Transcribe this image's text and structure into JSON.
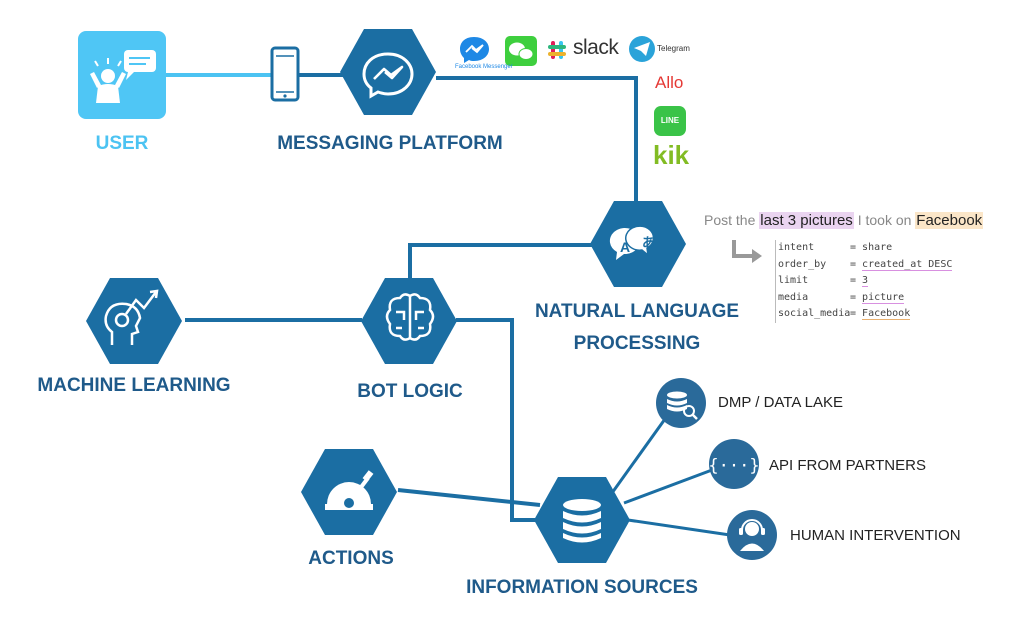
{
  "nodes": {
    "user": "USER",
    "messaging_platform": "MESSAGING PLATFORM",
    "nlp_line1": "NATURAL LANGUAGE",
    "nlp_line2": "PROCESSING",
    "machine_learning": "MACHINE LEARNING",
    "bot_logic": "BOT LOGIC",
    "actions": "ACTIONS",
    "information_sources": "INFORMATION SOURCES"
  },
  "sources": [
    "DMP / DATA LAKE",
    "API FROM PARTNERS",
    "HUMAN INTERVENTION"
  ],
  "platforms": {
    "messenger_caption": "Facebook Messenger",
    "slack": "slack",
    "telegram": "Telegram",
    "allo": "Allo",
    "line": "LINE",
    "kik": "kik"
  },
  "nlp_example": {
    "sentence_prefix": "Post the",
    "sentence_h1": "last 3 pictures",
    "sentence_mid": "I took on",
    "sentence_h2": "Facebook",
    "params": [
      {
        "key": "intent",
        "value": "share"
      },
      {
        "key": "order_by",
        "value": "created_at DESC"
      },
      {
        "key": "limit",
        "value": "3"
      },
      {
        "key": "media",
        "value": "picture"
      },
      {
        "key": "social_media",
        "value": "Facebook"
      }
    ]
  },
  "colors": {
    "hex_fill": "#1b6ea3",
    "line": "#1b6ea3",
    "label": "#1f5a8a",
    "user": "#4cc3f2",
    "circle": "#2a6a9a"
  },
  "icons": {
    "user": "user-speech-icon",
    "phone": "smartphone-icon",
    "messaging": "messenger-icon",
    "nlp": "translate-bubbles-icon",
    "ml": "brain-growth-icon",
    "bot": "circuit-brain-icon",
    "actions": "lever-gauge-icon",
    "info": "database-icon",
    "dmp": "database-search-icon",
    "api": "code-braces-icon",
    "human": "headset-agent-icon"
  }
}
